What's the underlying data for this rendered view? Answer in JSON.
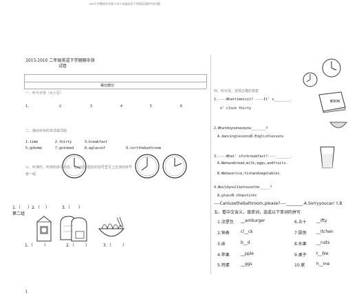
{
  "header_line": "word 完整版北京版小学二年级英语下学期英语期中测试题",
  "title_line1": "2015-2016 二年级英语下学期期中测",
  "title_line2": "试卷",
  "score_label": "得分部分",
  "left": {
    "section1": "一、听与字母（大小写）",
    "numbers": [
      "1.",
      "2",
      "3",
      "4",
      "5",
      "6"
    ],
    "section2": "二、播出听到的单词或词组",
    "words_row1": [
      "1.time",
      "2.thirty",
      "3.breakfast"
    ],
    "words_row2": [
      "5.gohome",
      "7.gotobed",
      "8.aglassof",
      "9.sortthebathroom"
    ],
    "section3": "三、听准时，听到的单词内容，在对应答题处的括号里写上应该的序号",
    "section3_sub": "第一组",
    "group1_blanks": [
      "1.（",
      "）2.（",
      "）",
      "3.（",
      "）"
    ],
    "group2_label": "第二组",
    "group2_blanks": [
      "1.（",
      "）",
      "2.（",
      "）",
      "3.（",
      "）"
    ]
  },
  "right": {
    "section4": "四、听对话，选择正确的答案",
    "q1": "1.----Whattimeisit?      ----It' s________.",
    "q1_opts": "o' clock          thirty",
    "q2": "2.Whatdoyouhaveyou_______?",
    "q2_opts": "A.dancinglessonsB.Englishlessons",
    "q3": "3.----What' sforbreakfast?----_______.",
    "q3_optA": "A.Wehavebread,milk,eggs,andfruits.",
    "q3_optB": "B.Wehaverice,fishandvegetables.",
    "q4": "4.Wouldyouliketousethe_____?",
    "q4_opts": "A.glassB.chopsticks",
    "q5": "----Canlusethebathroom,please?----________.A.Sorryyoucan' t.B",
    "section5": "五、看中文含义，填单词，选或以下单词的拼写",
    "vocab_left": [
      {
        "cn": "1.汉堡包",
        "en": "__amburger"
      },
      {
        "cn": "2.钟表",
        "en": "cl__ck"
      },
      {
        "cn": "3.床",
        "en": "b__d"
      },
      {
        "cn": "4.苹果",
        "en": "__pple"
      },
      {
        "cn": "5.鸡蛋",
        "en": "__ggs"
      }
    ],
    "vocab_right": [
      {
        "cn": "6.五十",
        "en": "__ifty"
      },
      {
        "cn": "7.厨房",
        "en": "__itchen"
      },
      {
        "cn": "8.水果",
        "en": "__ruits"
      },
      {
        "cn": "9.桌子",
        "en": "t__ble"
      },
      {
        "cn": "10.家",
        "en": "h__me"
      }
    ],
    "book_label": "BOOK"
  },
  "page_number": "1"
}
